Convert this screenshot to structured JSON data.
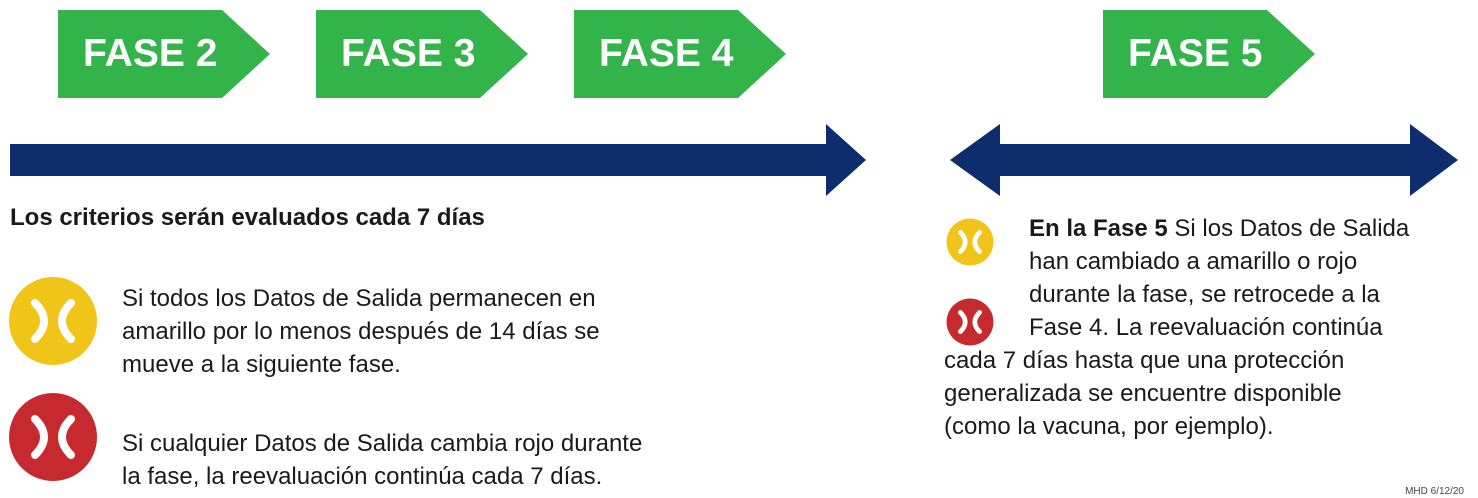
{
  "phases": [
    {
      "label": "FASE 2"
    },
    {
      "label": "FASE 3"
    },
    {
      "label": "FASE 4"
    },
    {
      "label": "FASE 5"
    }
  ],
  "left": {
    "criteria_title": "Los criterios serán evaluados cada 7 días",
    "yellow_text_lines": [
      "Si todos los Datos de Salida permanecen en",
      "amarillo por lo menos después de 14 días se",
      "mueve a la siguiente fase."
    ],
    "red_text_lines": [
      "Si cualquier Datos de Salida cambia rojo durante",
      "la fase, la reevaluación continúa cada 7 días."
    ]
  },
  "right": {
    "lead": "En la Fase 5",
    "line1_rest": " Si los Datos de Salida",
    "lines_indented": [
      "han cambiado a amarillo o rojo",
      "durante la fase, se retrocede a la",
      "Fase 4. La reevaluación continúa"
    ],
    "lines_full": [
      "cada 7 días hasta que una protección",
      "generalizada se encuentre disponible",
      "(como la vacuna, por ejemplo)."
    ]
  },
  "stamp": "MHD 6/12/20",
  "colors": {
    "phase_green": "#33b44a",
    "arrow_navy": "#0d2d6c",
    "yellow_icon": "#f0c419",
    "red_icon": "#c62a2f"
  },
  "icons": {
    "yellow": "x-circle-icon-yellow",
    "red": "x-circle-icon-red"
  }
}
